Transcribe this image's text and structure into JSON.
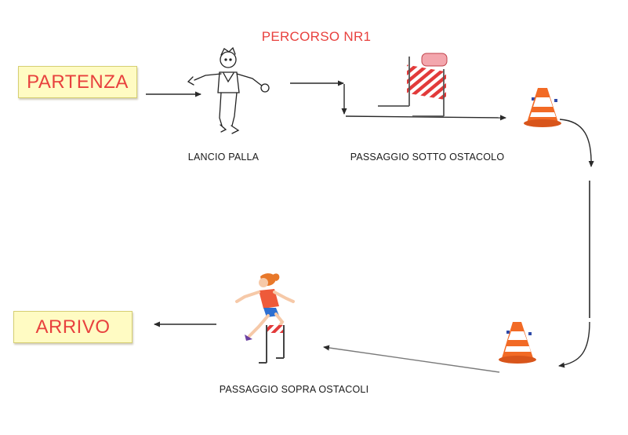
{
  "title": "PERCORSO NR1",
  "start": {
    "label": "PARTENZA"
  },
  "finish": {
    "label": "ARRIVO"
  },
  "stations": [
    {
      "label": "LANCIO PALLA",
      "icon": "ball-thrower-icon"
    },
    {
      "label": "PASSAGGIO SOTTO OSTACOLO",
      "icon": "hurdle-icon"
    },
    {
      "label": "PASSAGGIO SOPRA OSTACOLI",
      "icon": "hurdle-jumper-icon"
    }
  ],
  "colors": {
    "title": "#e8413e",
    "box_text": "#e8413e",
    "box_fill": "#fffbc3",
    "box_border": "#d6cf72",
    "arrow": "#2a2a2a",
    "cone": "#f26a25",
    "hurdle_stripe": "#e23a3a"
  }
}
